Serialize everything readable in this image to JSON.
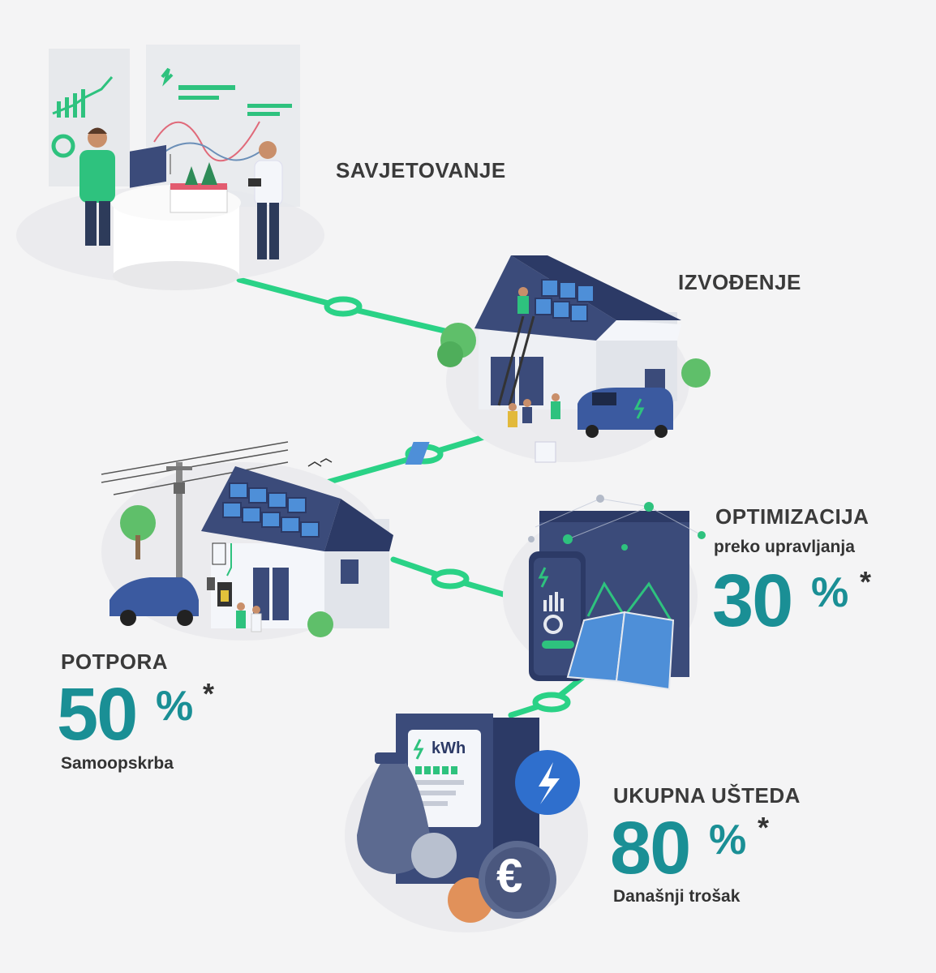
{
  "steps": {
    "savjetovanje": {
      "title": "SAVJETOVANJE"
    },
    "izvodjenje": {
      "title": "IZVOĐENJE"
    },
    "optimizacija": {
      "title": "OPTIMIZACIJA",
      "subtitle": "preko upravljanja",
      "value": "30",
      "unit": "%",
      "mark": "*"
    },
    "potpora": {
      "title": "POTPORA",
      "value": "50",
      "unit": "%",
      "mark": "*",
      "caption": "Samoopskrba"
    },
    "ukupna": {
      "title": "UKUPNA UŠTEDA",
      "value": "80",
      "unit": "%",
      "mark": "*",
      "caption": "Današnji trošak"
    }
  },
  "meter": {
    "unit_label": "kWh"
  },
  "icons": [
    "consulting-scene",
    "house-install-scene",
    "grid-house-scene",
    "app-panel-scene",
    "energy-meter-scene",
    "lightning-icon",
    "euro-icon",
    "money-bag-icon"
  ],
  "colors": {
    "accent": "#1a8f95",
    "line": "#2ad286",
    "navy": "#34406a"
  }
}
